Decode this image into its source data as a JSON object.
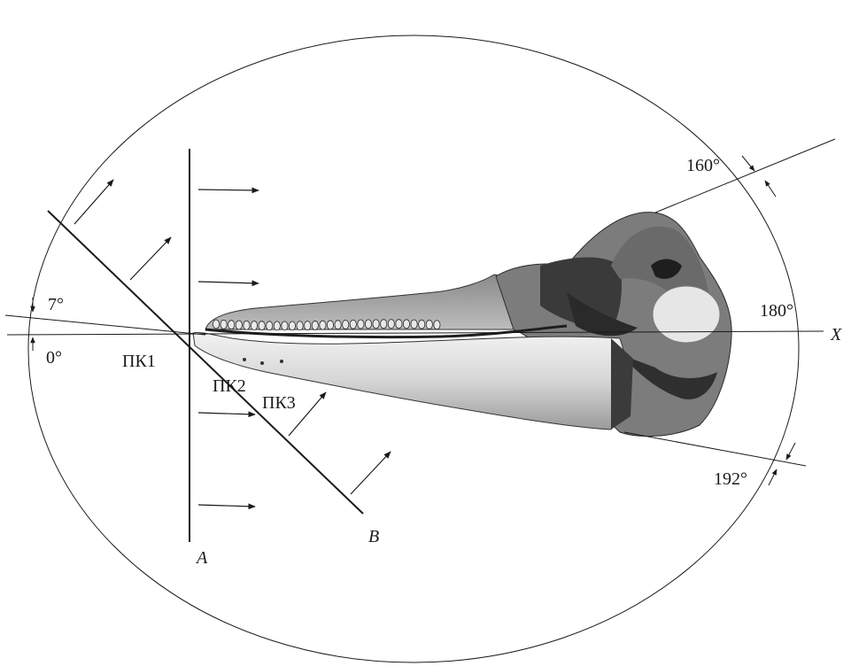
{
  "diagram": {
    "labels": {
      "angle_0": "0°",
      "angle_7": "7°",
      "angle_160": "160°",
      "angle_180": "180°",
      "angle_192": "192°",
      "pk1": "ПК1",
      "pk2": "ПК2",
      "pk3": "ПК3",
      "axis_x": "X",
      "line_a": "A",
      "line_b": "B"
    },
    "colors": {
      "ink": "#1a1a1a",
      "bone_light": "#e2e2e2",
      "bone_mid": "#a9a9a9",
      "bone_dark": "#2a2a2a"
    }
  }
}
